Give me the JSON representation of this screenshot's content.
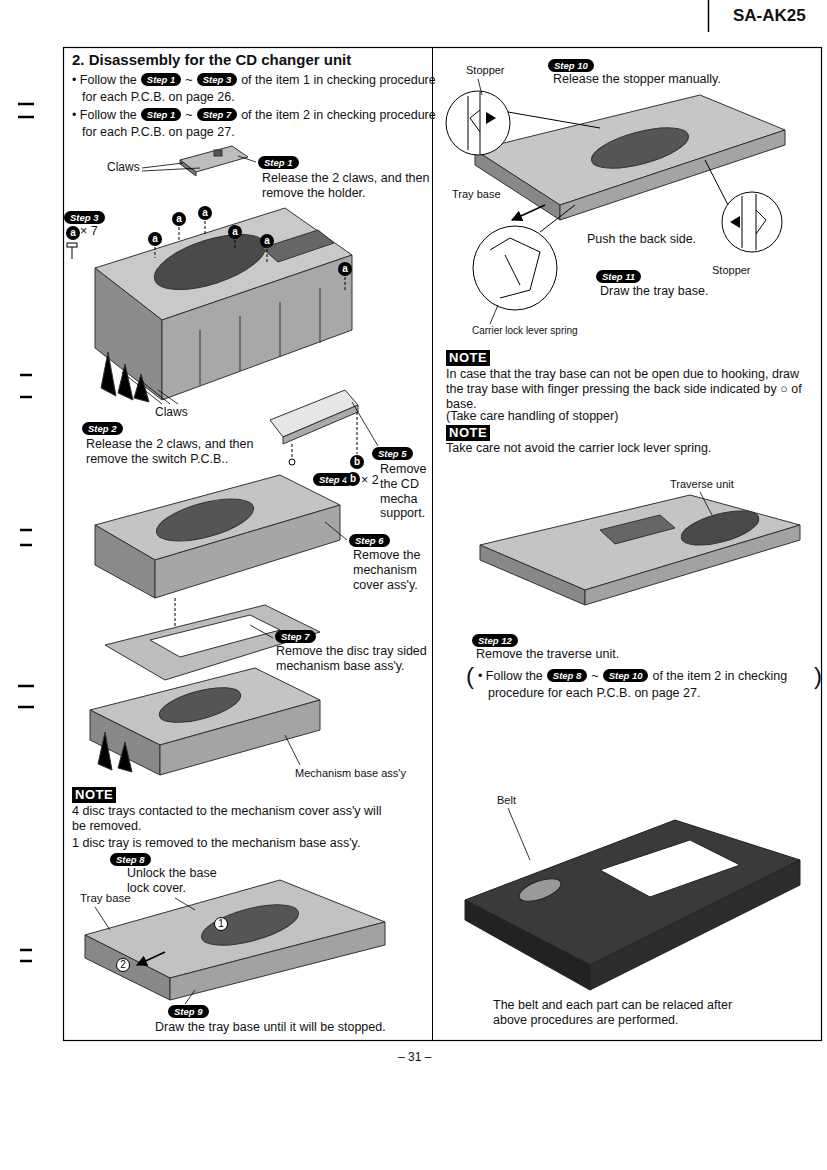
{
  "diagram": {
    "title": "2. Disassembly for the CD changer unit",
    "nodes": [
      {
        "text": [
          "Step 1"
        ]
      },
      {
        "text": [
          "Step 3"
        ]
      },
      {
        "text": [
          "Step 1"
        ]
      },
      {
        "text": [
          "Step 7"
        ]
      },
      {
        "text": [
          "Step 1"
        ]
      },
      {
        "text": [
          "Step 3"
        ]
      },
      {
        "text": [
          "a"
        ]
      },
      {
        "text": [
          "a"
        ]
      },
      {
        "text": [
          "a"
        ]
      },
      {
        "text": [
          "a"
        ]
      },
      {
        "text": [
          "a"
        ]
      },
      {
        "text": [
          "a"
        ]
      },
      {
        "text": [
          "a"
        ]
      },
      {
        "text": [
          "Step 2"
        ]
      },
      {
        "text": [
          "Step 4"
        ]
      },
      {
        "text": [
          "b"
        ]
      },
      {
        "text": [
          "b"
        ]
      },
      {
        "text": [
          "Step 5"
        ]
      },
      {
        "text": [
          "Step 6"
        ]
      },
      {
        "text": [
          "Step 7"
        ]
      },
      {
        "text": [
          "NOTE"
        ]
      },
      {
        "text": [
          "Step 8"
        ]
      },
      {
        "text": [
          "1"
        ]
      },
      {
        "text": [
          "2"
        ]
      },
      {
        "text": [
          "Step 9"
        ]
      },
      {
        "text": [
          "Step 10"
        ]
      },
      {
        "text": [
          "Step 11"
        ]
      },
      {
        "text": [
          "NOTE"
        ]
      },
      {
        "text": [
          "NOTE"
        ]
      },
      {
        "text": [
          "Step 12"
        ]
      },
      {
        "text": [
          "Step 8"
        ]
      },
      {
        "text": [
          "Step 10"
        ]
      }
    ],
    "labels": [
      "SA-AK25",
      "• Follow the",
      "~",
      "of the item 1 in checking procedure for each P.C.B. on page 26.",
      "• Follow the",
      "~",
      "of the item 2 in checking procedure for each P.C.B. on page 27.",
      "Claws",
      "Release the 2 claws, and then remove the holder.",
      "× 7",
      "Claws",
      "Release the 2 claws, and then remove the switch P.C.B..",
      "× 2",
      "Remove the CD mecha support.",
      "Remove the mechanism cover ass'y.",
      "Remove the disc tray sided mechanism base ass'y.",
      "Mechanism base ass'y",
      "4 disc trays contacted to the mechanism cover ass'y will be removed.",
      "1 disc tray is removed to the mechanism base ass'y.",
      "Unlock the base lock cover.",
      "Tray base",
      "Draw the tray base until it will be stopped.",
      "Stopper",
      "Release the stopper manually.",
      "Tray base",
      "Push the back side.",
      "Stopper",
      "Draw the tray base.",
      "Carrier lock lever spring",
      "In case that the tray base can not be open due to hooking, draw the tray base with finger pressing the back side indicated by ○ of base.",
      "(Take care handling of stopper)",
      "Take care not avoid the carrier lock lever spring.",
      "Traverse unit",
      "Remove the traverse unit.",
      "(",
      "• Follow the",
      "~",
      "of the item 2 in checking procedure for each P.C.B. on page 27.",
      ")",
      "Belt",
      "The belt and each part can be relaced after above procedures are performed.",
      "– 31 –"
    ]
  }
}
